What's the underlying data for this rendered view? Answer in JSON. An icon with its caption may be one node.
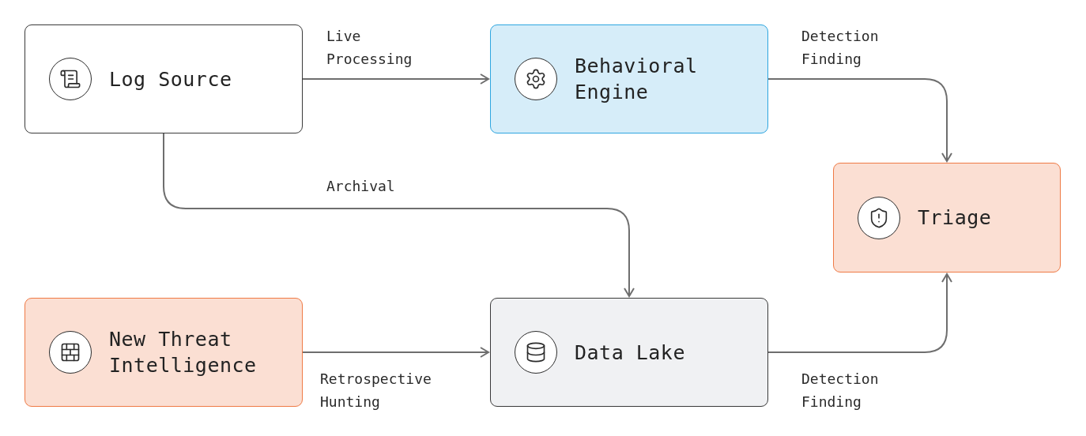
{
  "diagram": {
    "nodes": [
      {
        "text": [
          "Log Source"
        ]
      },
      {
        "text": [
          "Behavioral Engine"
        ]
      },
      {
        "text": [
          "Triage"
        ]
      },
      {
        "text": [
          "New Threat Intelligence"
        ]
      },
      {
        "text": [
          "Data Lake"
        ]
      }
    ],
    "edges": [
      {
        "from": 0,
        "to": 1,
        "arrow": "to",
        "label": "Live Processing"
      },
      {
        "from": 1,
        "to": 2,
        "arrow": "to",
        "label": "Detection Finding"
      },
      {
        "from": 0,
        "to": 4,
        "arrow": "to",
        "label": "Archival"
      },
      {
        "from": 3,
        "to": 4,
        "arrow": "to",
        "label": "Retrospective Hunting"
      },
      {
        "from": 4,
        "to": 2,
        "arrow": "to",
        "label": "Detection Finding"
      }
    ]
  }
}
